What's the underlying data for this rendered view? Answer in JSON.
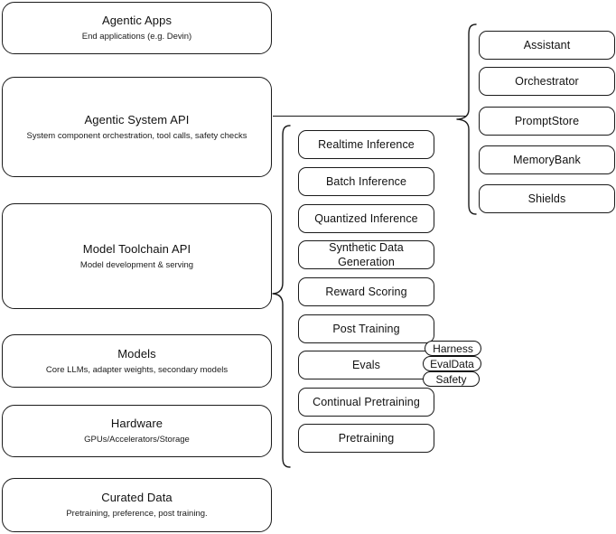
{
  "diagram": {
    "title": "AI stack layers diagram",
    "stroke_color": "#1a1a1a",
    "background_color": "#ffffff",
    "layers": [
      {
        "id": "agentic-apps",
        "title": "Agentic Apps",
        "subtitle": "End applications (e.g. Devin)"
      },
      {
        "id": "agentic-system-api",
        "title": "Agentic System API",
        "subtitle": "System component orchestration, tool calls, safety checks"
      },
      {
        "id": "model-toolchain-api",
        "title": "Model Toolchain API",
        "subtitle": "Model development & serving"
      },
      {
        "id": "models",
        "title": "Models",
        "subtitle": "Core LLMs, adapter weights, secondary models"
      },
      {
        "id": "hardware",
        "title": "Hardware",
        "subtitle": "GPUs/Accelerators/Storage"
      },
      {
        "id": "curated-data",
        "title": "Curated Data",
        "subtitle": "Pretraining, preference, post training."
      }
    ],
    "toolchain_items": [
      {
        "id": "realtime-inference",
        "label": "Realtime Inference"
      },
      {
        "id": "batch-inference",
        "label": "Batch Inference"
      },
      {
        "id": "quantized-inference",
        "label": "Quantized Inference"
      },
      {
        "id": "synthetic-data-generation",
        "label": "Synthetic Data Generation"
      },
      {
        "id": "reward-scoring",
        "label": "Reward Scoring"
      },
      {
        "id": "post-training",
        "label": "Post Training"
      },
      {
        "id": "evals",
        "label": "Evals"
      },
      {
        "id": "continual-pretraining",
        "label": "Continual Pretraining"
      },
      {
        "id": "pretraining",
        "label": "Pretraining"
      }
    ],
    "evals_badges": [
      {
        "id": "harness",
        "label": "Harness"
      },
      {
        "id": "evaldata",
        "label": "EvalData"
      },
      {
        "id": "safety",
        "label": "Safety"
      }
    ],
    "system_items": [
      {
        "id": "assistant",
        "label": "Assistant"
      },
      {
        "id": "orchestrator",
        "label": "Orchestrator"
      },
      {
        "id": "promptstore",
        "label": "PromptStore"
      },
      {
        "id": "memorybank",
        "label": "MemoryBank"
      },
      {
        "id": "shields",
        "label": "Shields"
      }
    ]
  }
}
